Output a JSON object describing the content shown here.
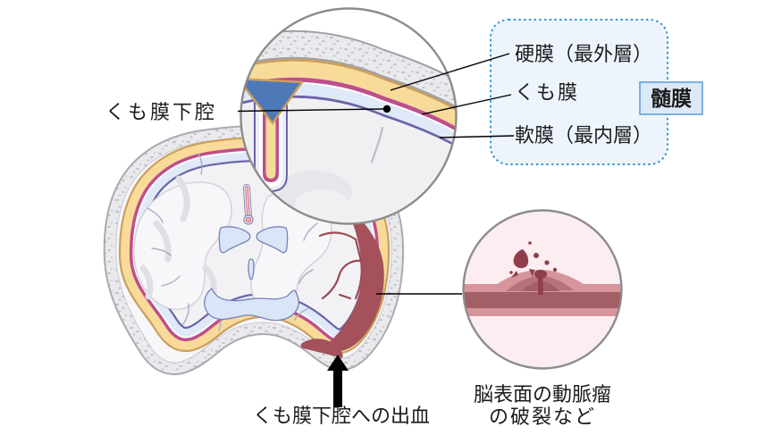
{
  "figure": {
    "type": "medical-anatomy-diagram",
    "topic": "meninges and subarachnoid hemorrhage (coronal brain section with magnified insets)"
  },
  "labels": {
    "subarachnoid_space": "くも膜下腔",
    "hemorrhage_into_subarachnoid_space": "くも膜下腔への出血",
    "aneurysm_caption_line1": "脳表面の動脈瘤",
    "aneurysm_caption_line2": "の破裂など"
  },
  "legend_box": {
    "title": "髄膜",
    "items": [
      {
        "label": "硬膜（最外層）"
      },
      {
        "label": "くも膜"
      },
      {
        "label": "軟膜（最内層）"
      }
    ]
  },
  "colors": {
    "skull_gray": "#eaeaee",
    "bone_speckle": "#c4c4ca",
    "periosteum_tan": "#cb9f5e",
    "dura_yellow": "#f8db99",
    "arachnoid_magenta": "#bd4f8c",
    "csf_blue": "#dfe9f8",
    "pia_purple": "#6b64a8",
    "brain_gray": "#f2f2f5",
    "sinus_blue": "#4d79b8",
    "hemorrhage_red": "#a4515b",
    "blood_dark": "#8e3f4b",
    "vessel_light": "#d6949b",
    "vessel_dark": "#a25f66",
    "inset_pink_bg": "#fcedf0",
    "legend_fill": "#edf4fc",
    "legend_border": "#2f9bd8",
    "title_box_fill": "#dce9f8",
    "title_box_border": "#5b9bd5"
  }
}
